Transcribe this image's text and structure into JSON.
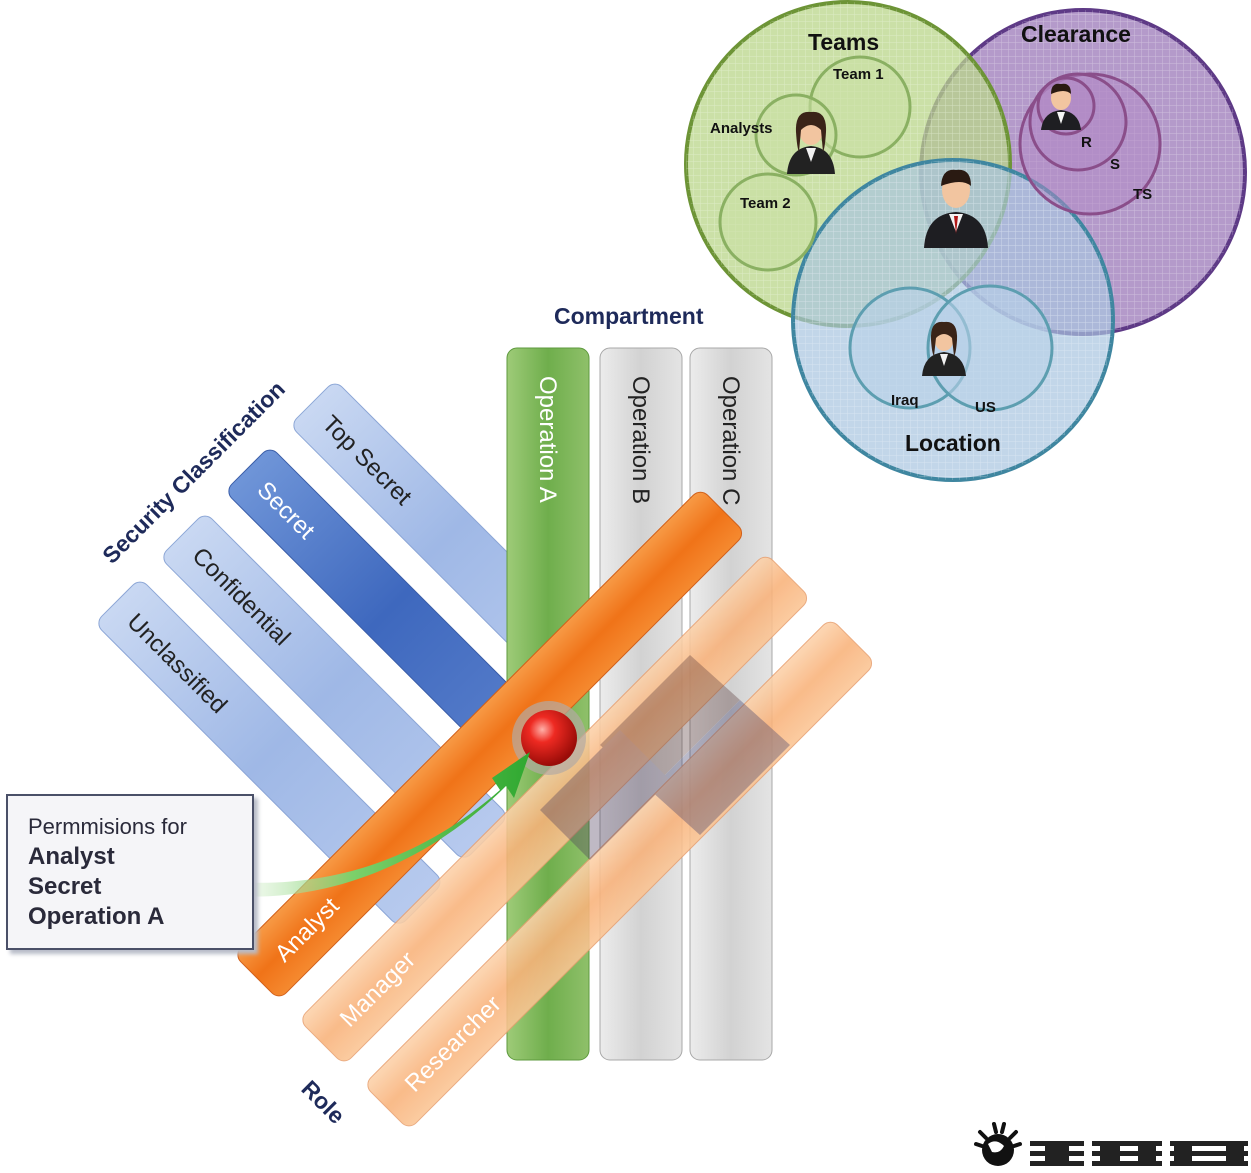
{
  "classification": {
    "title": "Security Classification",
    "levels": [
      "Unclassified",
      "Confidential",
      "Secret",
      "Top Secret"
    ]
  },
  "compartment": {
    "title": "Compartment",
    "items": [
      "Operation A",
      "Operation B",
      "Operation C"
    ]
  },
  "role": {
    "title": "Role",
    "items": [
      "Analyst",
      "Manager",
      "Researcher"
    ]
  },
  "callout": {
    "line1": "Permmisions for",
    "line2": "Analyst",
    "line3": "Secret",
    "line4": "Operation A"
  },
  "venn": {
    "teams": {
      "title": "Teams",
      "sub": [
        "Team 1",
        "Analysts",
        "Team 2"
      ]
    },
    "clearance": {
      "title": "Clearance",
      "levels": [
        "R",
        "S",
        "TS"
      ]
    },
    "location": {
      "title": "Location",
      "places": [
        "Iraq",
        "US"
      ]
    }
  },
  "logo": {
    "text": "IBM"
  },
  "colors": {
    "teams": "#b9d68a",
    "clearance": "#9b78b8",
    "location": "#a8c4e0",
    "role_active": "#f07a1c",
    "highlight": "#e8201c"
  }
}
